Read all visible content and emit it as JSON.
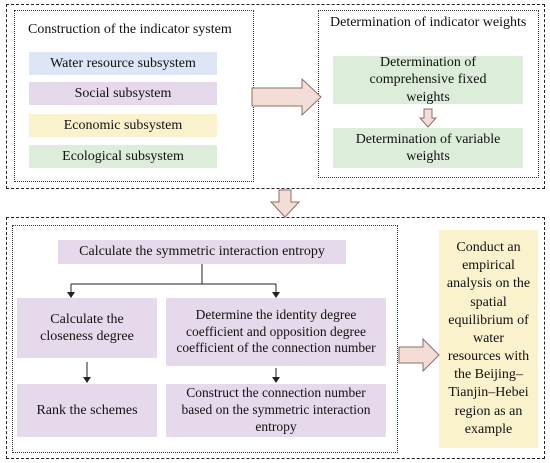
{
  "indicator_system": {
    "title": "Construction of the indicator system",
    "subsystems": [
      {
        "label": "Water resource subsystem",
        "color": "#dce6f6"
      },
      {
        "label": "Social subsystem",
        "color": "#e6d9ec"
      },
      {
        "label": "Economic subsystem",
        "color": "#faf2cd"
      },
      {
        "label": "Ecological subsystem",
        "color": "#dcedd9"
      }
    ]
  },
  "weights": {
    "title": "Determination of indicator weights",
    "fixed_label": "Determination of comprehensive fixed weights",
    "variable_label": "Determination of variable weights",
    "color": "#dcedd9"
  },
  "entropy": {
    "top_label": "Calculate the symmetric interaction entropy",
    "closeness_label": "Calculate the closeness degree",
    "rank_label": "Rank the schemes",
    "identity_label": "Determine the identity degree coefficient and opposition degree coefficient of the connection number",
    "connection_label": "Construct the connection number based on the symmetric interaction entropy",
    "color": "#e6d9ec"
  },
  "empirical": {
    "label": "Conduct an empirical analysis on the spatial equilibrium of water resources with the Beijing–Tianjin–Hebei region as an example",
    "color": "#faf2cd"
  },
  "arrow_fill": "#f4ddd7",
  "arrow_stroke": "#8a6f69"
}
